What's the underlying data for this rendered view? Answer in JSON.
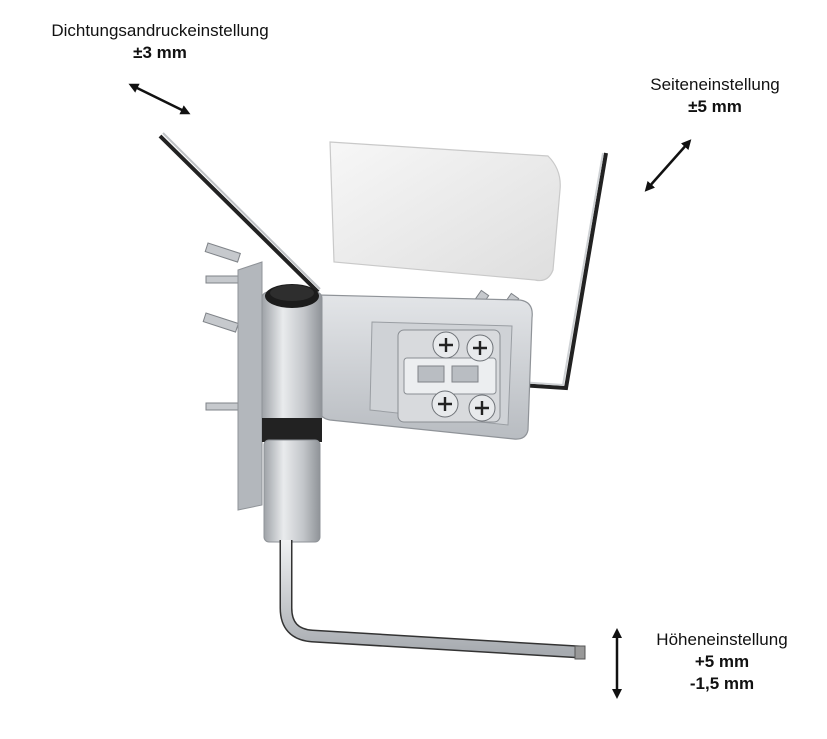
{
  "labels": {
    "seal": {
      "title": "Dichtungsandruckeinstellung",
      "value": "±3 mm"
    },
    "side": {
      "title": "Seiteneinstellung",
      "value": "±5 mm"
    },
    "height": {
      "title": "Höheneinstellung",
      "value1": "+5 mm",
      "value2": "-1,5 mm"
    }
  },
  "colors": {
    "metal": "#c9ccd0",
    "metal_dark": "#8e9297",
    "cover": "#f2f2f2",
    "cap": "#1c1c1c",
    "arrow": "#111111"
  }
}
